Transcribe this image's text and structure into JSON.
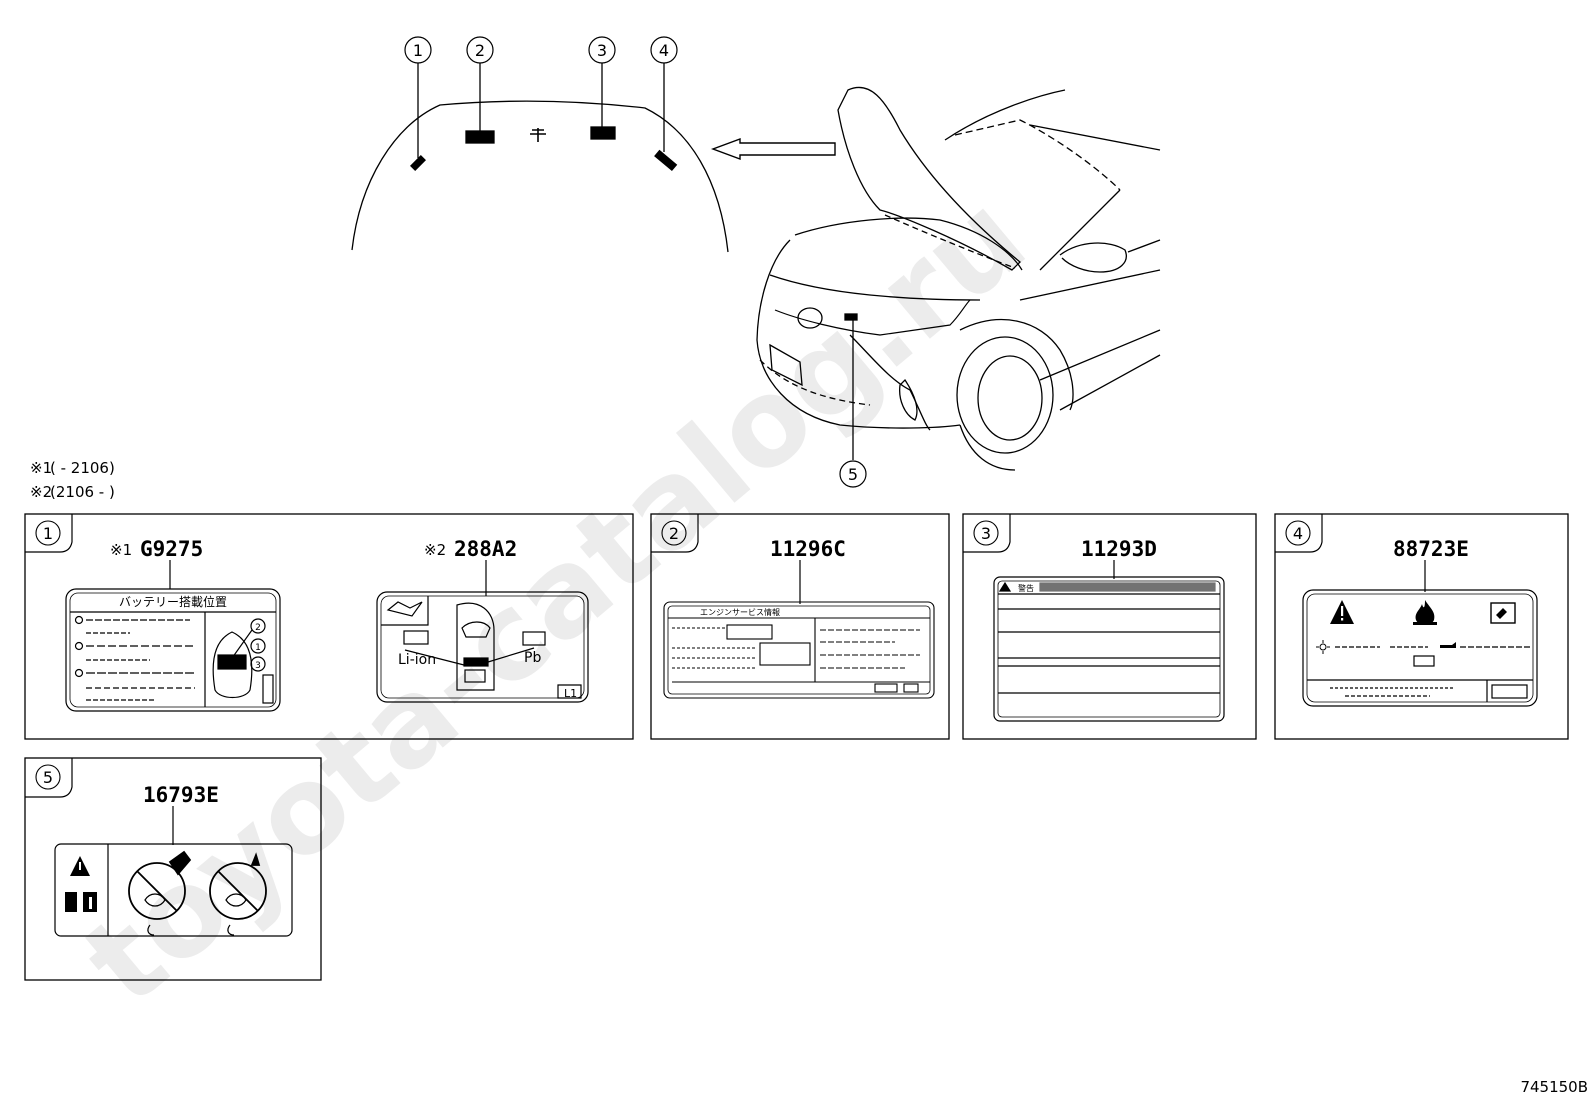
{
  "watermark": "toyota-catalog.ru",
  "diagram_id": "745150B",
  "notes": [
    {
      "mark": "※1",
      "text": "( - 2106)"
    },
    {
      "mark": "※2",
      "text": "(2106 - )"
    }
  ],
  "callouts": [
    "1",
    "2",
    "3",
    "4",
    "5"
  ],
  "panels": [
    {
      "num": "1",
      "parts": [
        {
          "mark": "※1",
          "part_no": "G9275",
          "label_text": "バッテリー搭載位置",
          "sub_marks": [
            "2",
            "1",
            "3"
          ]
        },
        {
          "mark": "※2",
          "part_no": "288A2",
          "label_left": "Li-ion",
          "label_right": "Pb",
          "corner": "L1"
        }
      ]
    },
    {
      "num": "2",
      "part_no": "11296C",
      "label_title": "エンジンサービス情報"
    },
    {
      "num": "3",
      "part_no": "11293D",
      "label_title": "警告"
    },
    {
      "num": "4",
      "part_no": "88723E"
    },
    {
      "num": "5",
      "part_no": "16793E"
    }
  ],
  "icons": [
    "warning-triangle-icon",
    "flame-icon",
    "manual-icon",
    "no-hand-fan-icon",
    "no-tool-fan-icon",
    "info-book-icon",
    "battery-icon"
  ]
}
